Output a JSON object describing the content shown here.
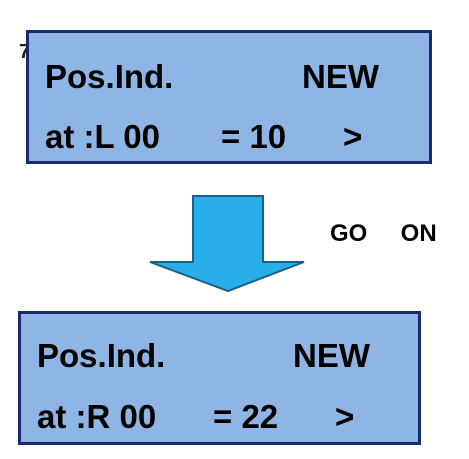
{
  "stray_mark": "7",
  "display_before": {
    "title": "Pos.Ind.",
    "status": "NEW",
    "address": "at :L 00",
    "value": "= 10",
    "next": ">"
  },
  "arrow_caption": "GO     ON",
  "display_after": {
    "title": "Pos.Ind.",
    "status": "NEW",
    "address": "at :R 00",
    "value": "= 22",
    "next": ">"
  },
  "colors": {
    "lcd_background": "#8eb5e3",
    "lcd_border": "#1a2a70",
    "arrow_fill": "#27aee8",
    "arrow_stroke": "#1b5e8c"
  },
  "icons": {
    "transition_arrow": "arrow-down-icon"
  }
}
